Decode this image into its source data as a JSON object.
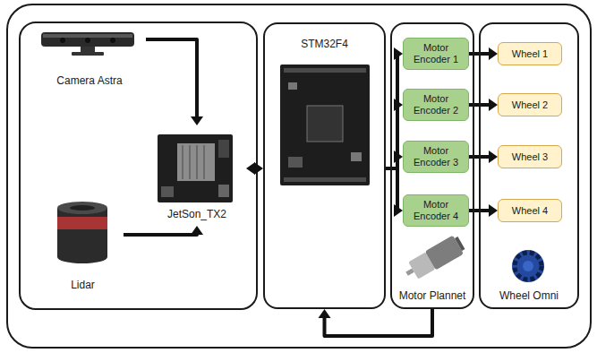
{
  "diagram": {
    "nodes": [
      {
        "text": [
          "Camera Astra"
        ]
      },
      {
        "text": [
          "Lidar"
        ]
      },
      {
        "text": [
          "JetSon_TX2"
        ]
      },
      {
        "text": [
          "STM32F4"
        ]
      },
      {
        "text": [
          "Motor Plannet"
        ]
      },
      {
        "text": [
          "Motor Encoder 1"
        ],
        "in": 4
      },
      {
        "text": [
          "Motor Encoder 2"
        ],
        "in": 4
      },
      {
        "text": [
          "Motor Encoder 3"
        ],
        "in": 4
      },
      {
        "text": [
          "Motor Encoder 4"
        ],
        "in": 4
      },
      {
        "text": [
          "Wheel Omni"
        ]
      },
      {
        "text": [
          "Wheel 1"
        ],
        "in": 9
      },
      {
        "text": [
          "Wheel 2"
        ],
        "in": 9
      },
      {
        "text": [
          "Wheel 3"
        ],
        "in": 9
      },
      {
        "text": [
          "Wheel 4"
        ],
        "in": 9
      }
    ],
    "edges": [
      {
        "from": 0,
        "to": 2,
        "arrow": "to"
      },
      {
        "from": 1,
        "to": 2,
        "arrow": "to"
      },
      {
        "from": 2,
        "to": 3,
        "arrow": "both"
      },
      {
        "from": 3,
        "to": 5,
        "arrow": "to"
      },
      {
        "from": 3,
        "to": 6,
        "arrow": "to"
      },
      {
        "from": 3,
        "to": 7,
        "arrow": "to"
      },
      {
        "from": 3,
        "to": 8,
        "arrow": "to"
      },
      {
        "from": 5,
        "to": 10,
        "arrow": "to"
      },
      {
        "from": 6,
        "to": 11,
        "arrow": "to"
      },
      {
        "from": 7,
        "to": 12,
        "arrow": "to"
      },
      {
        "from": 8,
        "to": 13,
        "arrow": "to"
      },
      {
        "from": 4,
        "to": 3,
        "arrow": "to"
      }
    ]
  }
}
